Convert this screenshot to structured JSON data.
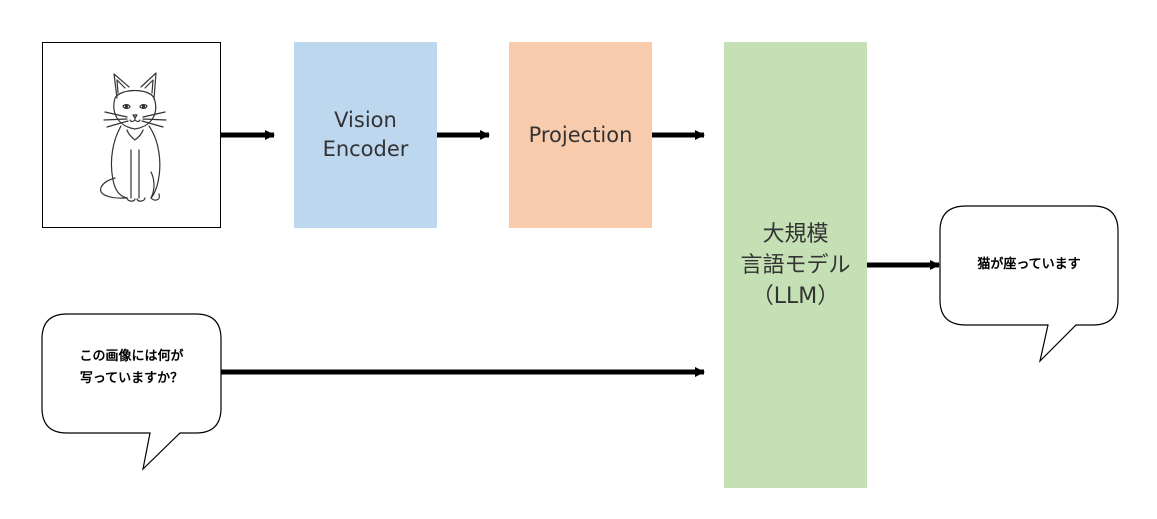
{
  "nodes": {
    "vision_encoder": "Vision\nEncoder",
    "projection": "Projection",
    "llm": "大規模\n言語モデル\n（LLM）"
  },
  "bubbles": {
    "question": "この画像には何が\n写っていますか？",
    "answer": "猫が座っています"
  },
  "image": {
    "subject": "cat-sketch"
  },
  "colors": {
    "vision_encoder": "#bdd7ee",
    "projection": "#f8cbad",
    "llm": "#c5e0b4",
    "arrows": "#000000"
  }
}
